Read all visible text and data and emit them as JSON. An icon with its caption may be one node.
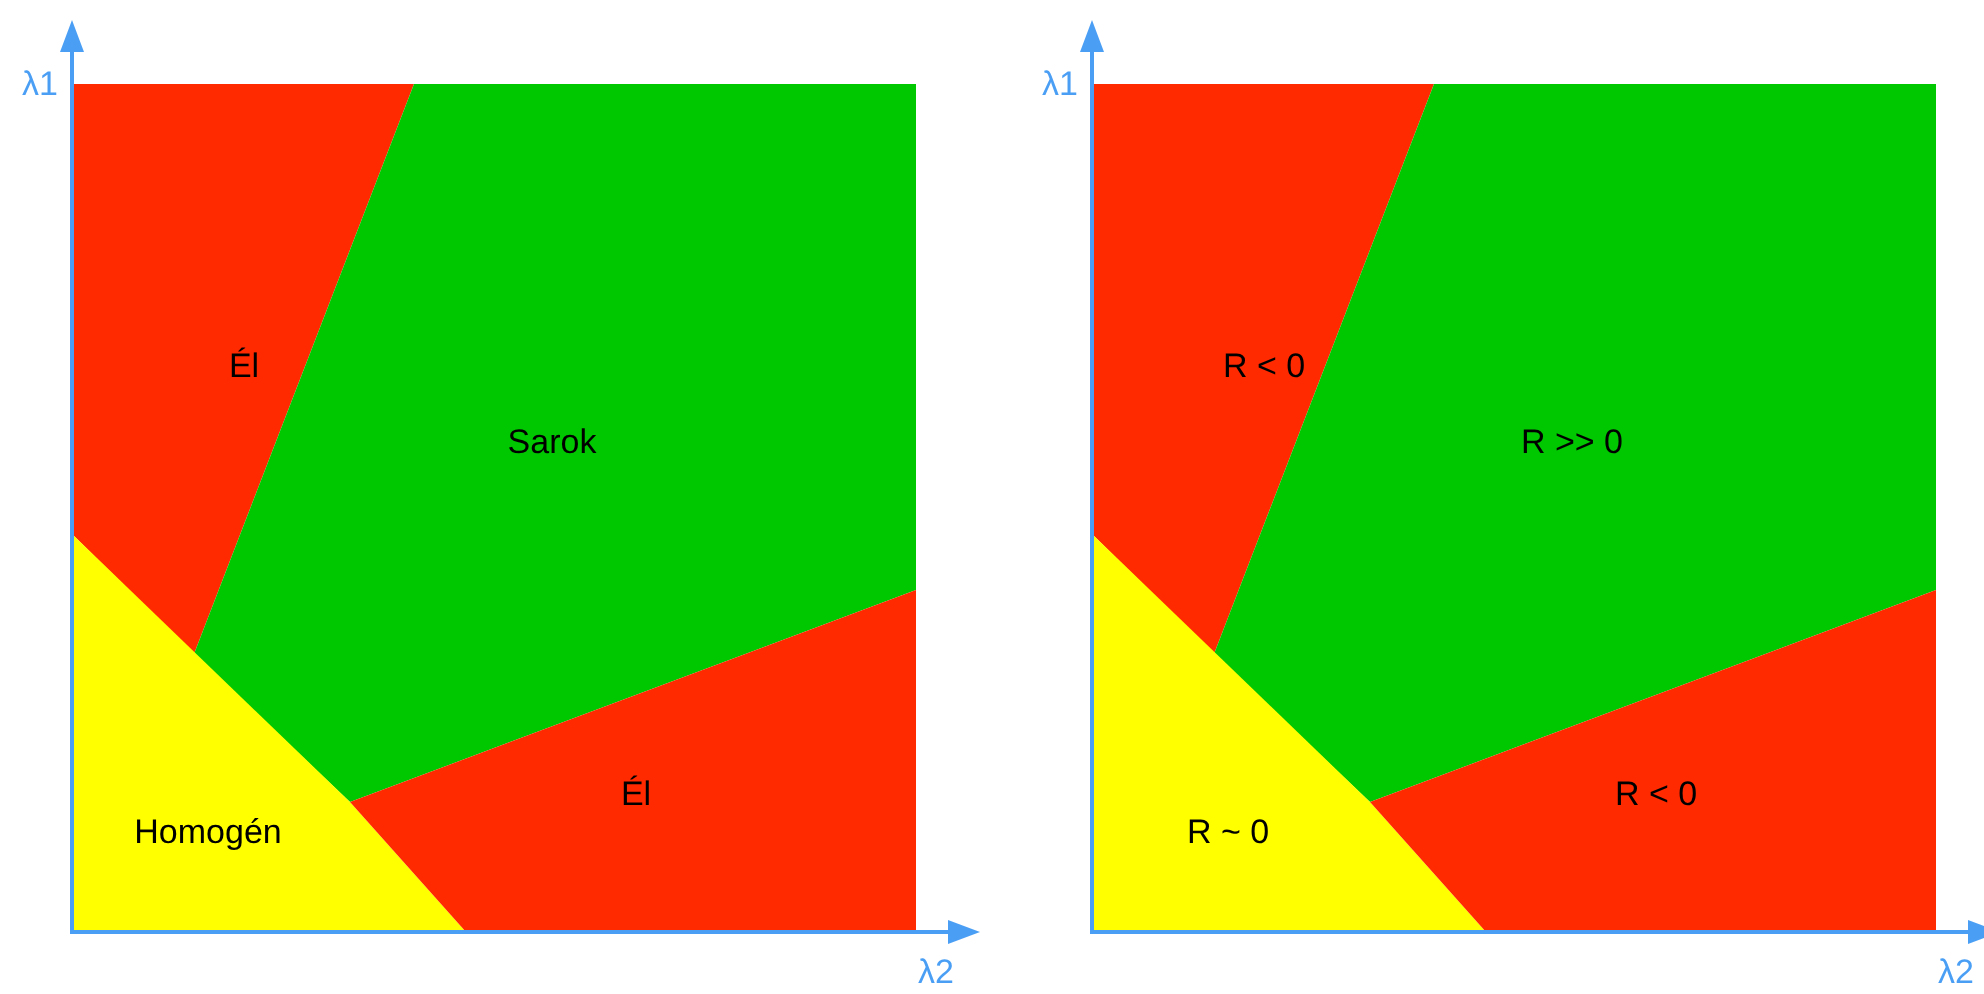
{
  "diagram": {
    "nodes": [
      {
        "text": [
          "Él"
        ]
      },
      {
        "text": [
          "Sarok"
        ]
      },
      {
        "text": [
          "Homogén"
        ]
      },
      {
        "text": [
          "Él"
        ]
      },
      {
        "text": [
          "R < 0"
        ]
      },
      {
        "text": [
          "R >> 0"
        ]
      },
      {
        "text": [
          "R ~ 0"
        ]
      },
      {
        "text": [
          "R < 0"
        ]
      }
    ],
    "edges": [],
    "labels": [
      "λ1",
      "λ2",
      "λ1",
      "λ2"
    ]
  }
}
